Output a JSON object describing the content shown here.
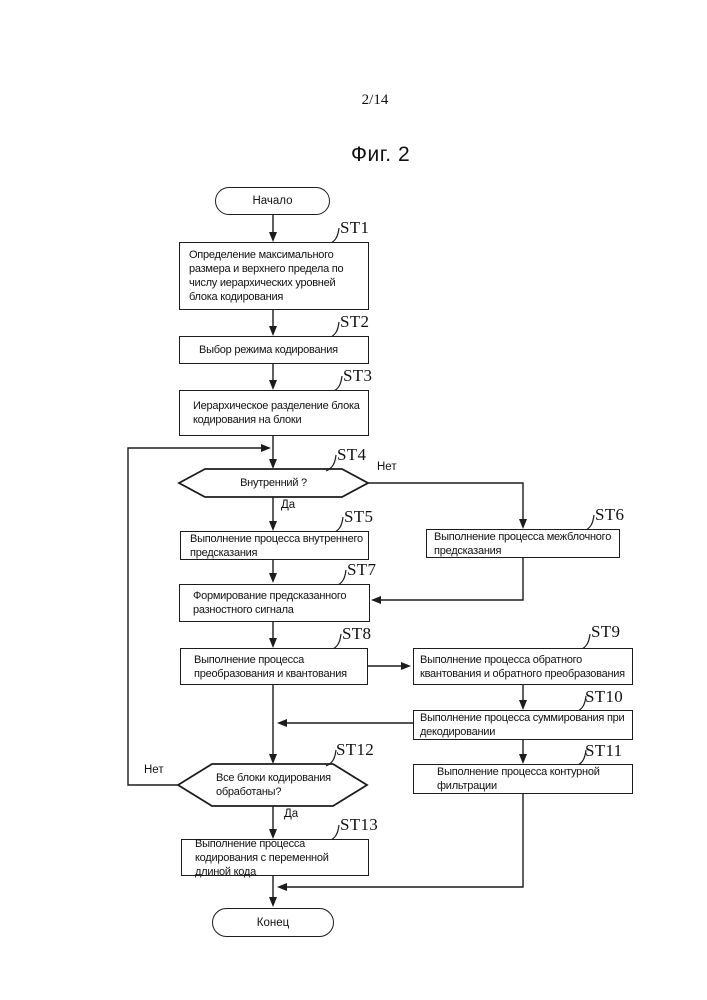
{
  "page": {
    "number": "2/14",
    "figure_label": "Фиг. 2"
  },
  "terminals": {
    "start": "Начало",
    "end": "Конец"
  },
  "steps": {
    "st1": {
      "tag": "ST1",
      "text": "Определение максимального\nразмера и верхнего предела по\nчислу иерархических уровней\nблока кодирования"
    },
    "st2": {
      "tag": "ST2",
      "text": "Выбор режима кодирования"
    },
    "st3": {
      "tag": "ST3",
      "text": "Иерархическое разделение блока\nкодирования на блоки"
    },
    "st4": {
      "tag": "ST4",
      "text": "Внутренний ?",
      "branch_yes": "Да",
      "branch_no": "Нет"
    },
    "st5": {
      "tag": "ST5",
      "text": "Выполнение процесса внутреннего\nпредсказания"
    },
    "st6": {
      "tag": "ST6",
      "text": "Выполнение процесса межблочного\nпредсказания"
    },
    "st7": {
      "tag": "ST7",
      "text": "Формирование предсказанного\nразностного сигнала"
    },
    "st8": {
      "tag": "ST8",
      "text": "Выполнение процесса\nпреобразования и квантования"
    },
    "st9": {
      "tag": "ST9",
      "text": "Выполнение процесса обратного\nквантования и обратного преобразования"
    },
    "st10": {
      "tag": "ST10",
      "text": "Выполнение процесса суммирования при\nдекодировании"
    },
    "st11": {
      "tag": "ST11",
      "text": "Выполнение процесса контурной\nфильтрации"
    },
    "st12": {
      "tag": "ST12",
      "text": "Все блоки кодирования\nобработаны?",
      "branch_yes": "Да",
      "branch_no": "Нет"
    },
    "st13": {
      "tag": "ST13",
      "text": "Выполнение процесса\nкодирования с переменной\nдлиной кода"
    }
  },
  "colors": {
    "ink": "#1c1c1c",
    "paper": "#ffffff"
  }
}
